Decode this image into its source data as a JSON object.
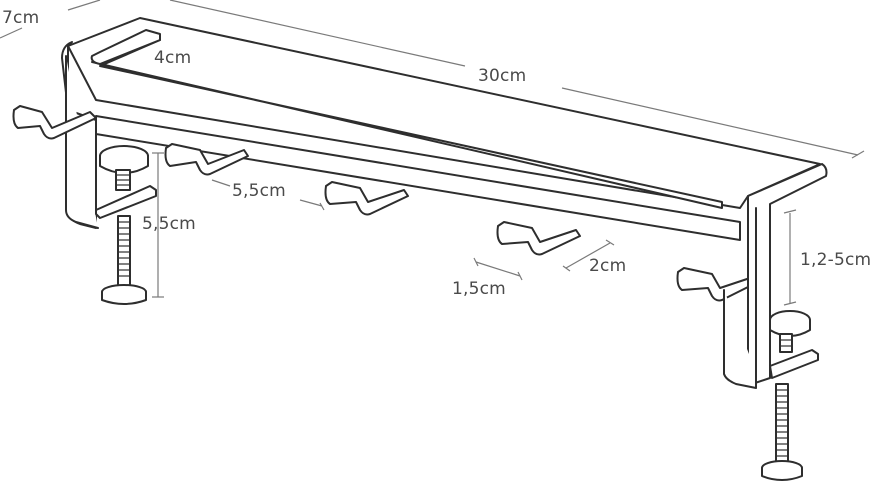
{
  "diagram": {
    "subject": "Under-desk clamp-on shelf with hooks (line drawing with dimensions)",
    "stroke_color": "#2e2e2e",
    "dimension_line_color": "#7a7a7a",
    "label_color": "#4a4a4a",
    "background": "#ffffff"
  },
  "dimensions": {
    "depth": "7cm",
    "lip": "4cm",
    "length": "30cm",
    "hook_spacing": "5,5cm",
    "clamp_height": "5,5cm",
    "hook_gap": "2cm",
    "hook_width": "1,5cm",
    "clamp_range": "1,2-5cm"
  }
}
